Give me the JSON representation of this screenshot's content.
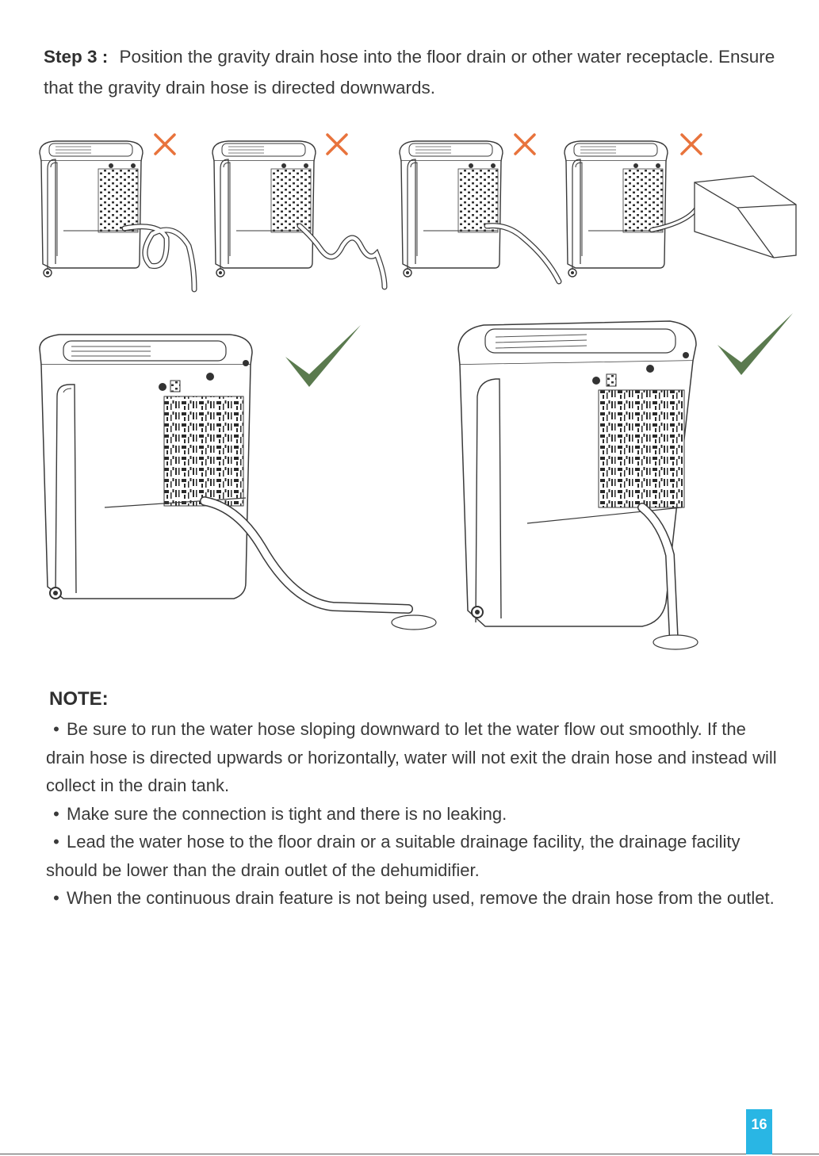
{
  "step": {
    "label": "Step 3 :",
    "text": "Position the gravity drain hose into the floor drain or other water receptacle. Ensure that the gravity drain hose is directed downwards."
  },
  "illustrations": {
    "wrong_icon": "cross-icon",
    "right_icon": "checkmark-icon",
    "colors": {
      "cross": "#e8733c",
      "check": "#5a7a4e",
      "line": "#3a3a3a"
    },
    "wrong_count": 4,
    "right_count": 2
  },
  "note": {
    "title": "NOTE:",
    "bullet": "•",
    "items": [
      "Be sure to run the water hose sloping downward to let the water flow out smoothly. If the drain hose is directed upwards or horizontally, water will not exit the drain hose and instead will collect in the drain tank.",
      "Make sure the connection is tight and there is no leaking.",
      "Lead the water hose to the floor drain or a suitable drainage facility, the drainage facility should be lower than the drain outlet of the dehumidifier.",
      "When the continuous drain feature is not being used, remove the drain hose from the outlet."
    ]
  },
  "page_number": "16",
  "accent_color": "#29b6e4"
}
